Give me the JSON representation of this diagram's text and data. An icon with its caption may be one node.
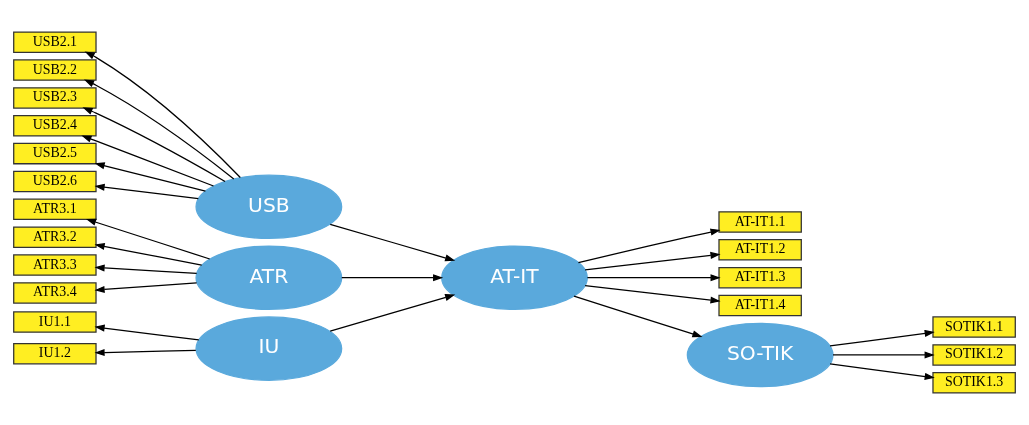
{
  "diagram": {
    "nodes": [
      {
        "text": [
          "IU"
        ]
      },
      {
        "text": [
          "IU1.1"
        ]
      },
      {
        "text": [
          "IU1.2"
        ]
      },
      {
        "text": [
          "USB"
        ]
      },
      {
        "text": [
          "USB2.1"
        ]
      },
      {
        "text": [
          "USB2.2"
        ]
      },
      {
        "text": [
          "USB2.3"
        ]
      },
      {
        "text": [
          "USB2.4"
        ]
      },
      {
        "text": [
          "USB2.5"
        ]
      },
      {
        "text": [
          "USB2.6"
        ]
      },
      {
        "text": [
          "ATR"
        ]
      },
      {
        "text": [
          "ATR3.1"
        ]
      },
      {
        "text": [
          "ATR3.2"
        ]
      },
      {
        "text": [
          "ATR3.3"
        ]
      },
      {
        "text": [
          "ATR3.4"
        ]
      },
      {
        "text": [
          "AT-IT"
        ]
      },
      {
        "text": [
          "AT-IT1.1"
        ]
      },
      {
        "text": [
          "AT-IT1.2"
        ]
      },
      {
        "text": [
          "AT-IT1.3"
        ]
      },
      {
        "text": [
          "AT-IT1.4"
        ]
      },
      {
        "text": [
          "SO-TIK"
        ]
      },
      {
        "text": [
          "SOTIK1.1"
        ]
      },
      {
        "text": [
          "SOTIK1.2"
        ]
      },
      {
        "text": [
          "SOTIK1.3"
        ]
      }
    ],
    "edges": [
      {
        "from": 0,
        "to": 1,
        "arrow": "to"
      },
      {
        "from": 0,
        "to": 2,
        "arrow": "to"
      },
      {
        "from": 3,
        "to": 4,
        "arrow": "to"
      },
      {
        "from": 3,
        "to": 5,
        "arrow": "to"
      },
      {
        "from": 3,
        "to": 6,
        "arrow": "to"
      },
      {
        "from": 3,
        "to": 7,
        "arrow": "to"
      },
      {
        "from": 3,
        "to": 8,
        "arrow": "to"
      },
      {
        "from": 3,
        "to": 9,
        "arrow": "to"
      },
      {
        "from": 10,
        "to": 11,
        "arrow": "to"
      },
      {
        "from": 10,
        "to": 12,
        "arrow": "to"
      },
      {
        "from": 10,
        "to": 13,
        "arrow": "to"
      },
      {
        "from": 10,
        "to": 14,
        "arrow": "to"
      },
      {
        "from": 0,
        "to": 15,
        "arrow": "to"
      },
      {
        "from": 3,
        "to": 15,
        "arrow": "to"
      },
      {
        "from": 10,
        "to": 15,
        "arrow": "to"
      },
      {
        "from": 15,
        "to": 16,
        "arrow": "to"
      },
      {
        "from": 15,
        "to": 17,
        "arrow": "to"
      },
      {
        "from": 15,
        "to": 18,
        "arrow": "to"
      },
      {
        "from": 15,
        "to": 19,
        "arrow": "to"
      },
      {
        "from": 15,
        "to": 20,
        "arrow": "to"
      },
      {
        "from": 20,
        "to": 21,
        "arrow": "to"
      },
      {
        "from": 20,
        "to": 22,
        "arrow": "to"
      },
      {
        "from": 20,
        "to": 23,
        "arrow": "to"
      }
    ]
  }
}
